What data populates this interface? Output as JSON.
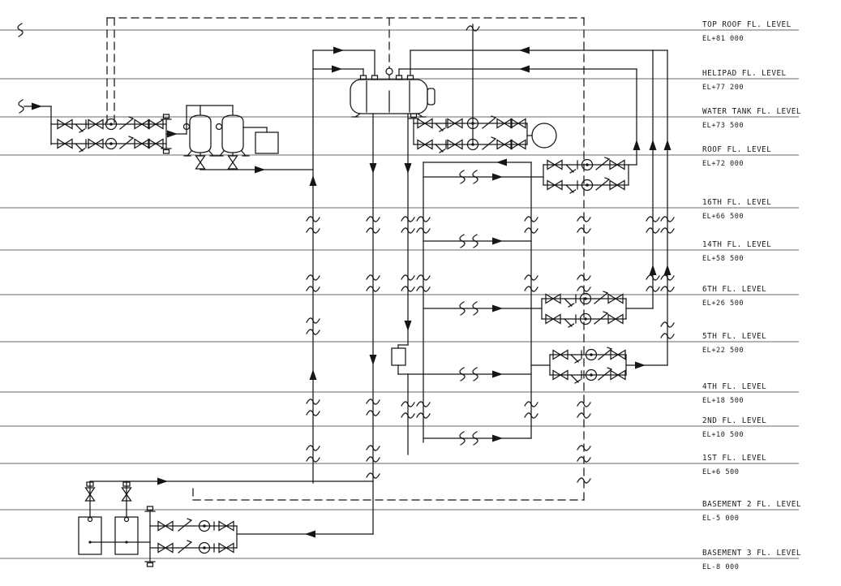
{
  "diagram": {
    "title": "Water supply piping riser schematic",
    "background_color": "#ffffff",
    "pipe_line_color": "#161616",
    "floor_line_color": "#6a6a6a"
  },
  "floors": [
    {
      "label": "TOP ROOF FL. LEVEL",
      "elevation": "EL+81 000"
    },
    {
      "label": "HELIPAD FL. LEVEL",
      "elevation": "EL+77 200"
    },
    {
      "label": "WATER TANK FL. LEVEL",
      "elevation": "EL+73 500"
    },
    {
      "label": "ROOF FL. LEVEL",
      "elevation": "EL+72 000"
    },
    {
      "label": "16TH FL. LEVEL",
      "elevation": "EL+66 500"
    },
    {
      "label": "14TH FL. LEVEL",
      "elevation": "EL+58 500"
    },
    {
      "label": "6TH FL. LEVEL",
      "elevation": "EL+26 500"
    },
    {
      "label": "5TH FL. LEVEL",
      "elevation": "EL+22 500"
    },
    {
      "label": "4TH FL. LEVEL",
      "elevation": "EL+18 500"
    },
    {
      "label": "2ND FL. LEVEL",
      "elevation": "EL+10 500"
    },
    {
      "label": "1ST FL. LEVEL",
      "elevation": "EL+6 500"
    },
    {
      "label": "BASEMENT 2 FL. LEVEL",
      "elevation": "EL-5 000"
    },
    {
      "label": "BASEMENT 3 FL. LEVEL",
      "elevation": "EL-8 000"
    }
  ],
  "components": {
    "elevated_water_tank": "horizontal-water-tank-icon",
    "filter_vessels": "filter-vessel-icon",
    "chemical_tank": "chemical-tank-icon",
    "pump_set_left": "duty-standby-pump-set-icon",
    "booster_pump_set": "booster-pump-set-icon",
    "pressure_vessel": "pressure-vessel-icon",
    "prv_station_roof": "prv-station-icon",
    "prv_station_6th": "prv-station-icon",
    "prv_station_5th": "prv-station-icon",
    "basement_storage_tanks": "storage-tank-icon",
    "transfer_pump_set_basement": "transfer-pump-set-icon",
    "float_valves": "float-valve-icon",
    "pipe_breaks": "pipe-break-icon",
    "flow_arrows": "flow-arrow-icon"
  }
}
